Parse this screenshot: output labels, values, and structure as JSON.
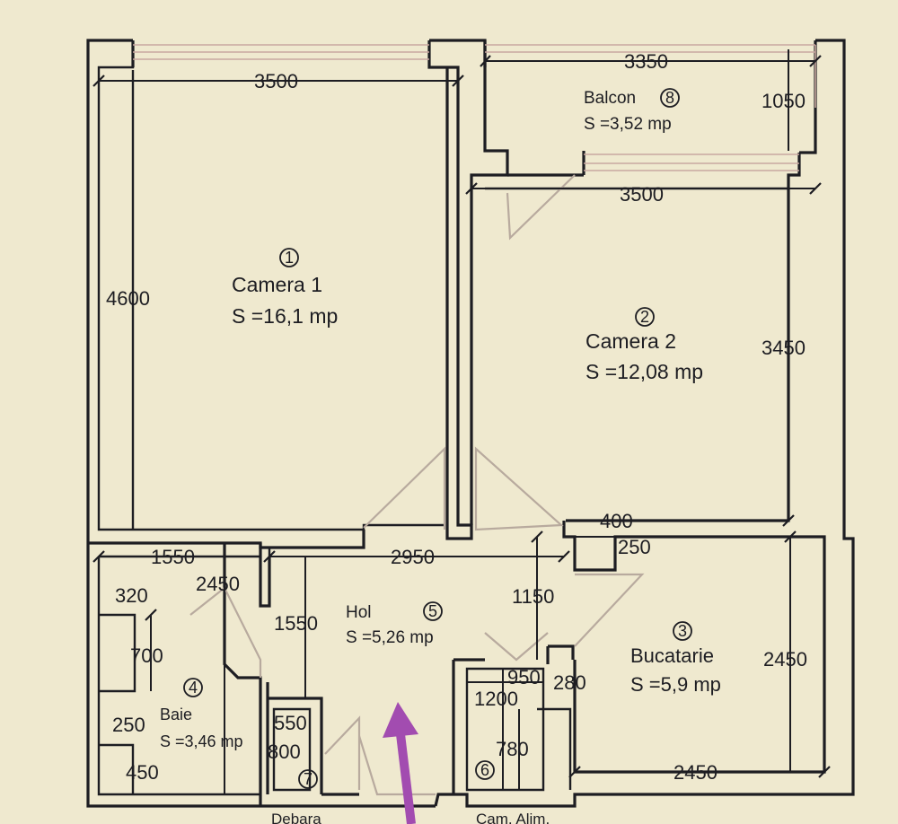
{
  "rooms": {
    "camera1": {
      "number": "1",
      "name": "Camera 1",
      "area": "S =16,1 mp"
    },
    "camera2": {
      "number": "2",
      "name": "Camera 2",
      "area": "S =12,08 mp"
    },
    "bucatarie": {
      "number": "3",
      "name": "Bucatarie",
      "area": "S =5,9 mp"
    },
    "baie": {
      "number": "4",
      "name": "Baie",
      "area": "S =3,46 mp"
    },
    "hol": {
      "number": "5",
      "name": "Hol",
      "area": "S =5,26 mp"
    },
    "cam_alim": {
      "number": "6",
      "name": "Cam. Alim."
    },
    "debara": {
      "number": "7",
      "name": "Debara"
    },
    "balcon": {
      "number": "8",
      "name": "Balcon",
      "area": "S =3,52 mp"
    }
  },
  "dimensions": {
    "camera1_width": "3500",
    "camera1_height": "4600",
    "balcon_width": "3350",
    "balcon_depth": "1050",
    "camera2_width": "3500",
    "camera2_height": "3450",
    "hol_width": "2950",
    "baie_width": "1550",
    "baie_height": "2450",
    "baie_320": "320",
    "baie_700": "700",
    "baie_250": "250",
    "baie_450": "450",
    "hol_1550": "1550",
    "hol_1150": "1150",
    "niche_400": "400",
    "niche_250": "250",
    "bucatarie_height": "2450",
    "bucatarie_width": "2450",
    "cam_950": "950",
    "cam_280": "280",
    "cam_1200": "1200",
    "cam_780": "780",
    "debara_550": "550",
    "debara_800": "800"
  },
  "colors": {
    "paper": "#efe9cf",
    "lines": "#1d1d22",
    "door_swing": "#b8aa9e",
    "window": "#c9a8a0",
    "arrow": "#a24cb0"
  }
}
